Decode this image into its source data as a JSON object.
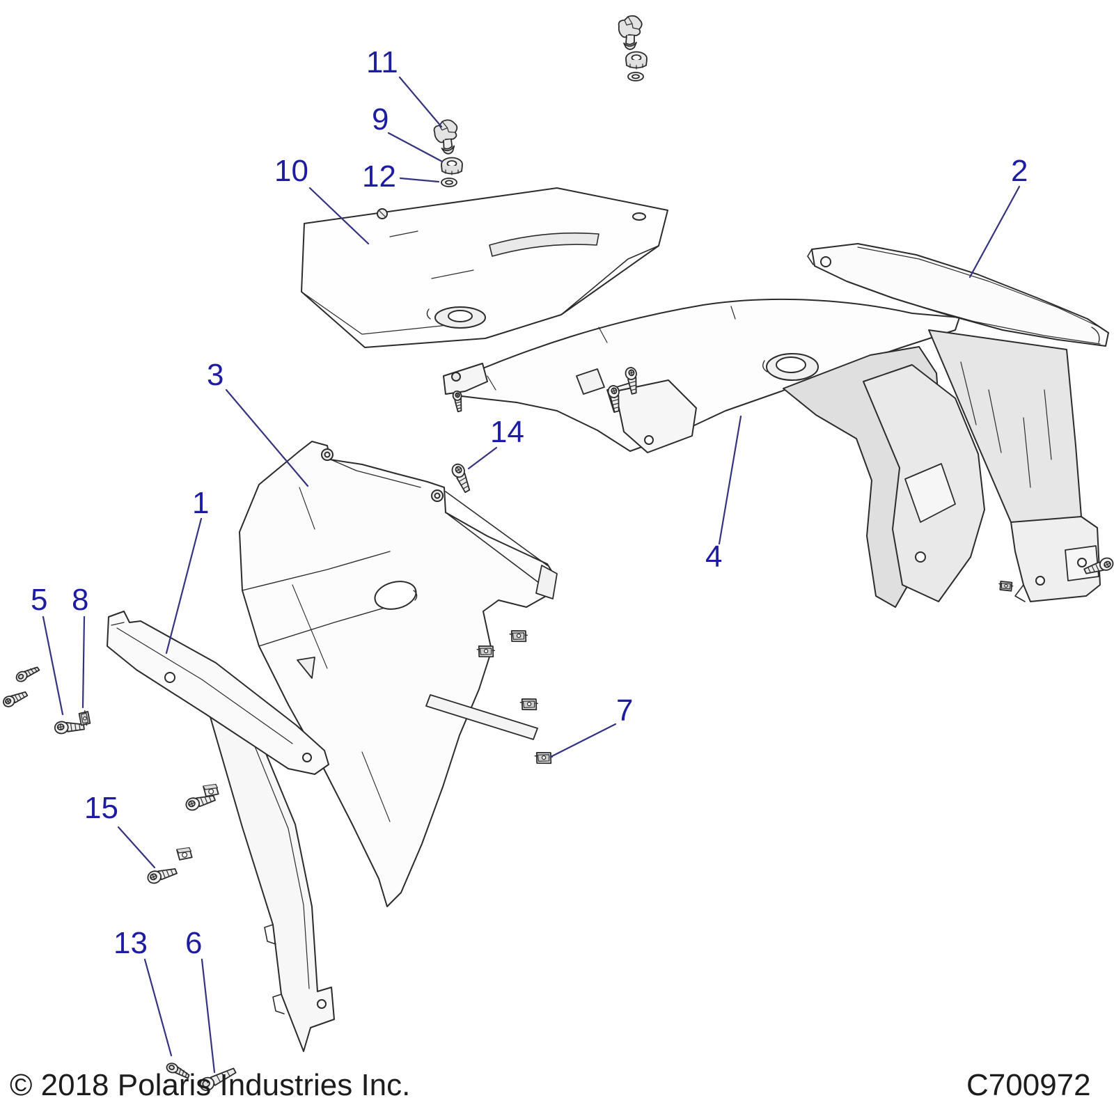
{
  "footer": {
    "copyright": "© 2018 Polaris Industries Inc.",
    "diagram_code": "C700972"
  },
  "colors": {
    "callout_text": "#1D1DA3",
    "leader_line": "#33337F",
    "part_outline": "#2B2B2B",
    "part_fill": "#FFFFFF",
    "part_shade": "#E2E2E2",
    "background": "#FFFFFF"
  },
  "callouts": [
    {
      "label": "1"
    },
    {
      "label": "2"
    },
    {
      "label": "3"
    },
    {
      "label": "4"
    },
    {
      "label": "5"
    },
    {
      "label": "6"
    },
    {
      "label": "7"
    },
    {
      "label": "8"
    },
    {
      "label": "9"
    },
    {
      "label": "10"
    },
    {
      "label": "11"
    },
    {
      "label": "12"
    },
    {
      "label": "13"
    },
    {
      "label": "14"
    },
    {
      "label": "15"
    }
  ]
}
